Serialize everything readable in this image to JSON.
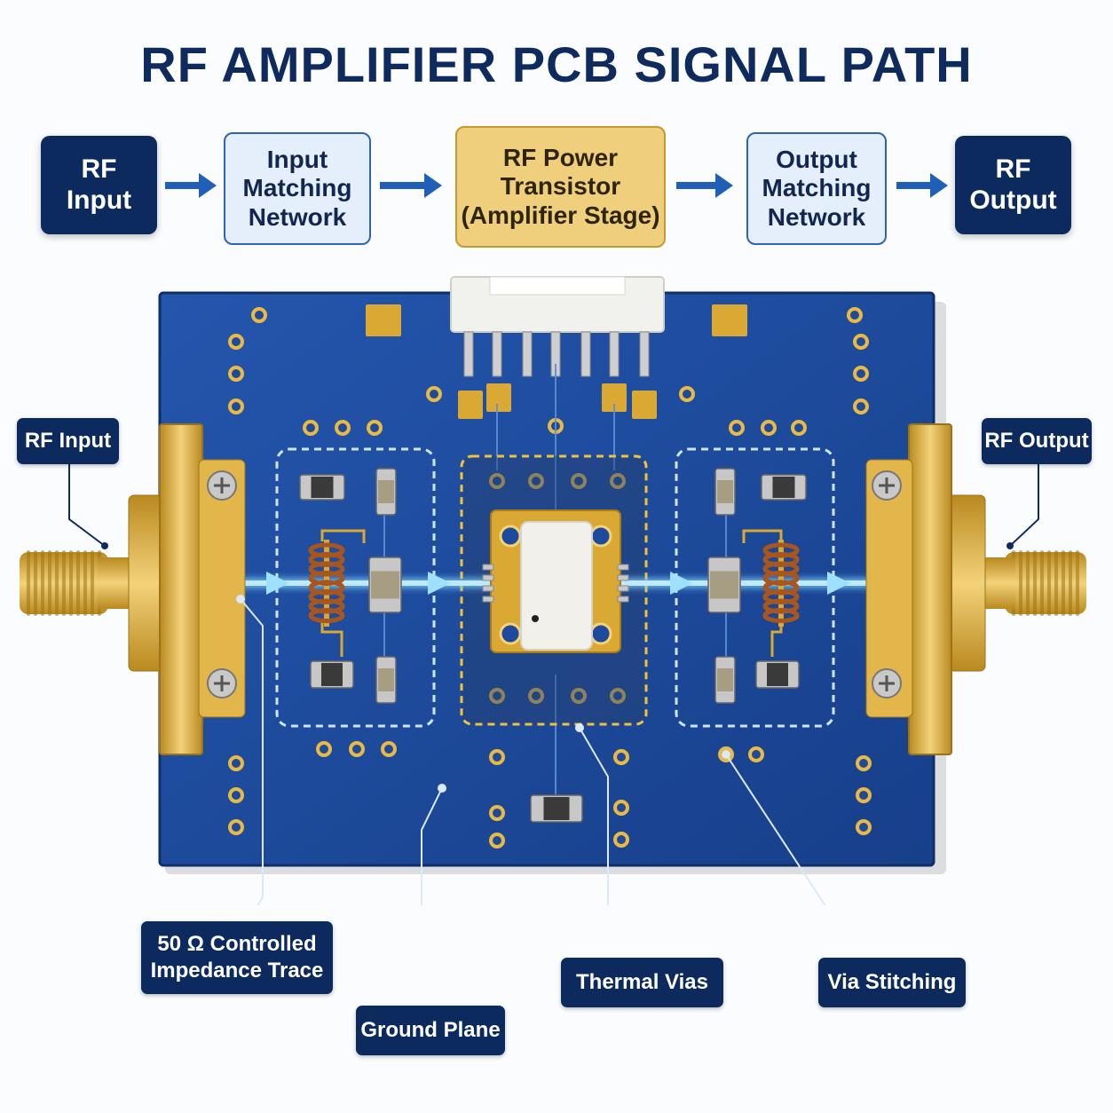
{
  "title": "RF AMPLIFIER PCB SIGNAL PATH",
  "flow_blocks": [
    {
      "id": "rf-input",
      "label": "RF\nInput"
    },
    {
      "id": "input-matching",
      "label": "Input\nMatching\nNetwork"
    },
    {
      "id": "transistor",
      "label": "RF Power\nTransistor\n(Amplifier Stage)"
    },
    {
      "id": "output-matching",
      "label": "Output\nMatching\nNetwork"
    },
    {
      "id": "rf-output",
      "label": "RF\nOutput"
    }
  ],
  "callouts": {
    "rf_input": "RF Input",
    "rf_output": "RF Output",
    "trace": "50 Ω Controlled\nImpedance Trace",
    "ground_plane": "Ground Plane",
    "thermal_vias": "Thermal Vias",
    "via_stitching": "Via Stitching"
  },
  "colors": {
    "navy": "#0d2a5e",
    "pcb_blue": "#1d4a9c",
    "gold": "#d9a933",
    "signal_glow": "#7fd4ff",
    "matching_box": "#e4effb",
    "transistor_box": "#efcf7c"
  }
}
